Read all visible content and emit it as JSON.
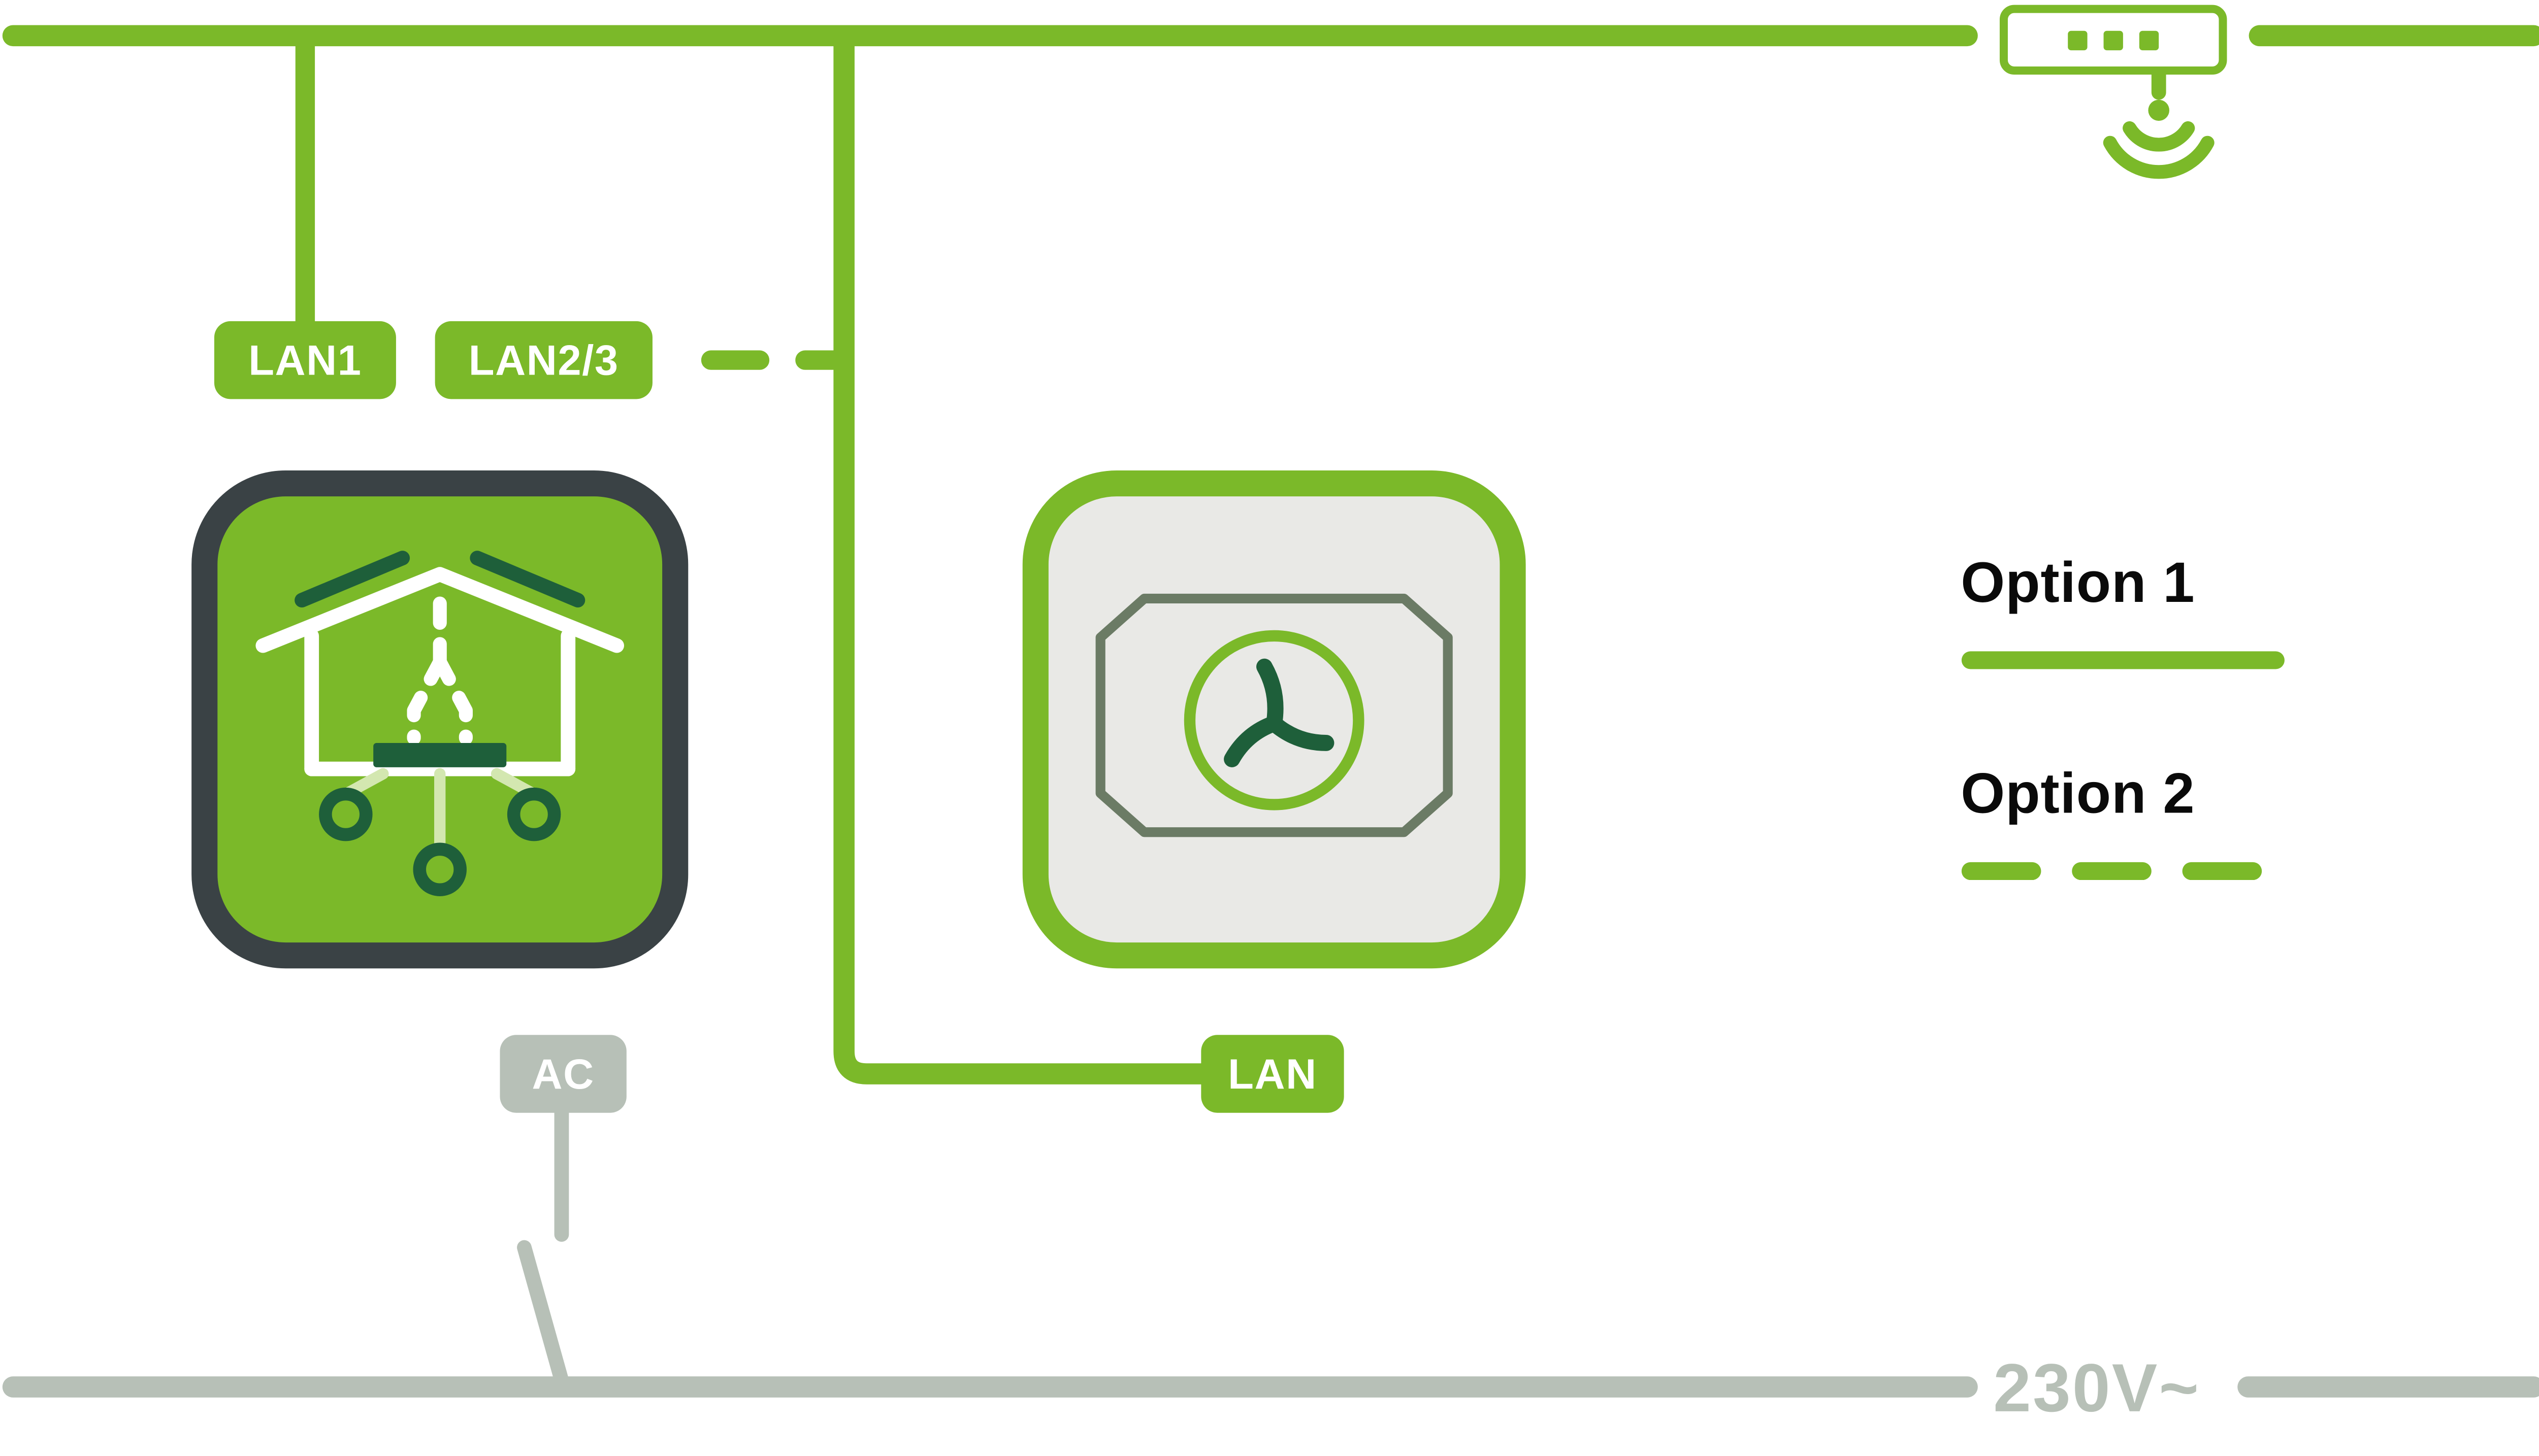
{
  "badges": {
    "lan1": "LAN1",
    "lan2_3": "LAN2/3",
    "lan": "LAN",
    "ac": "AC"
  },
  "legend": {
    "option1_label": "Option 1",
    "option2_label": "Option 2"
  },
  "power_label": "230V~",
  "colors": {
    "green": "#7bb929",
    "dark_green": "#1e5f3a",
    "charcoal": "#3a4245",
    "gray": "#b7c0b7",
    "light_gray": "#e9e9e6",
    "olive": "#6b7b65",
    "pale_green": "#d3e7b0",
    "black": "#0a0a0a",
    "white": "#ffffff"
  },
  "icons": {
    "router": "router-icon",
    "wifi": "wifi-signal-icon",
    "left_device": "smart-home-energy-manager-icon",
    "right_device": "ventilation-unit-icon",
    "switch": "power-switch-icon"
  }
}
